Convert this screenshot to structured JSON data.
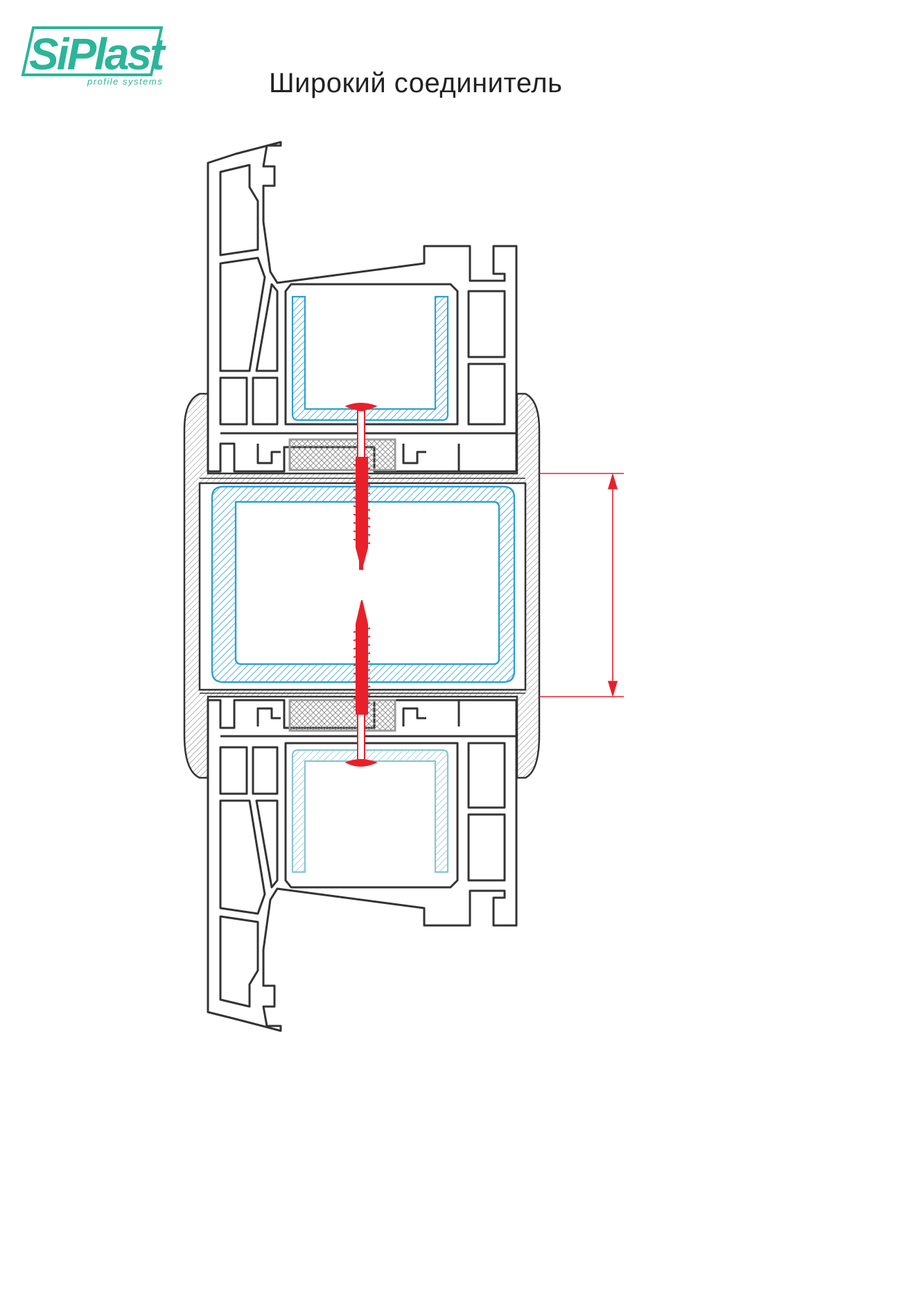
{
  "title": "Широкий соединитель",
  "logo": {
    "brand": "SiPlast",
    "tagline": "profile systems",
    "color": "#2bb59a"
  },
  "colors": {
    "outline": "#333333",
    "connector_fill": "#d4d4d4",
    "steel": "#2b9fd6",
    "steel_light": "#88c4d4",
    "screw": "#e8202a",
    "gasket": "#9a9a9a"
  }
}
